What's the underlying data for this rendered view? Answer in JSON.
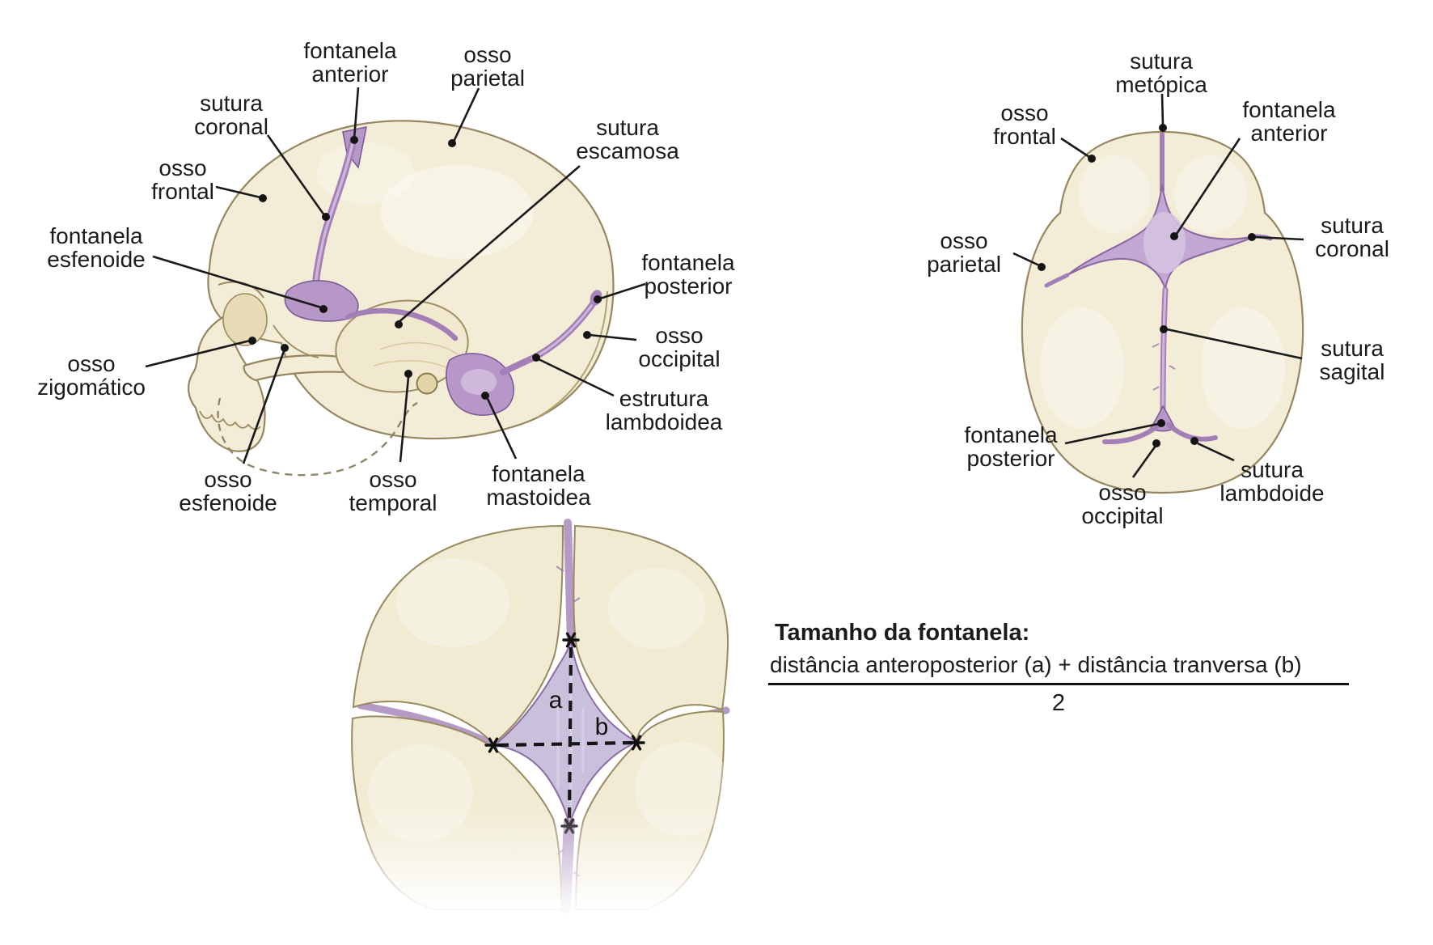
{
  "diagram": {
    "lateral_view": {
      "labels": [
        {
          "line1": "fontanela",
          "line2": "anterior"
        },
        {
          "line1": "osso",
          "line2": "parietal"
        },
        {
          "line1": "sutura",
          "line2": "coronal"
        },
        {
          "line1": "osso",
          "line2": "frontal"
        },
        {
          "line1": "fontanela",
          "line2": "esfenoide"
        },
        {
          "line1": "osso",
          "line2": "zigomático"
        },
        {
          "line1": "osso",
          "line2": "esfenoide"
        },
        {
          "line1": "osso",
          "line2": "temporal"
        },
        {
          "line1": "fontanela",
          "line2": "mastoidea"
        },
        {
          "line1": "sutura",
          "line2": "escamosa"
        },
        {
          "line1": "fontanela",
          "line2": "posterior"
        },
        {
          "line1": "osso",
          "line2": "occipital"
        },
        {
          "line1": "estrutura",
          "line2": "lambdoidea"
        }
      ]
    },
    "superior_view": {
      "labels": [
        {
          "line1": "sutura",
          "line2": "metópica"
        },
        {
          "line1": "fontanela",
          "line2": "anterior"
        },
        {
          "line1": "osso",
          "line2": "frontal"
        },
        {
          "line1": "osso",
          "line2": "parietal"
        },
        {
          "line1": "sutura",
          "line2": "coronal"
        },
        {
          "line1": "sutura",
          "line2": "sagital"
        },
        {
          "line1": "fontanela",
          "line2": "posterior"
        },
        {
          "line1": "osso",
          "line2": "occipital"
        },
        {
          "line1": "sutura",
          "line2": "lambdoide"
        }
      ]
    },
    "measurement_view": {
      "a": "a",
      "b": "b"
    },
    "formula": {
      "title": "Tamanho da fontanela:",
      "numerator": "distância anteroposterior (a) + distância tranversa (b)",
      "denominator": "2"
    },
    "colors": {
      "bone": "#f3edd7",
      "bone_outline": "#97865f",
      "suture_purple": "#a47eb6",
      "fontanelle_purple": "#b697c7",
      "measurement_fontanelle": "#c9c0dc",
      "text": "#1b1b1b"
    }
  }
}
